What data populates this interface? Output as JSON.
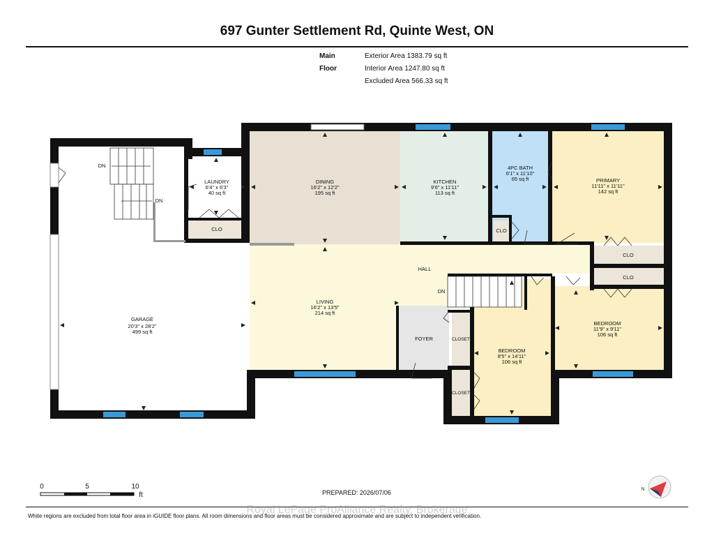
{
  "title": "697 Gunter Settlement Rd, Quinte West, ON",
  "floor": {
    "name": "Main Floor",
    "exterior_area": "Exterior Area 1383.79 sq ft",
    "interior_area": "Interior Area 1247.80 sq ft",
    "excluded_area": "Excluded Area 566.33 sq ft"
  },
  "rooms": {
    "garage": {
      "name": "GARAGE",
      "dims": "20'3\" x 28'2\"",
      "area": "499 sq ft"
    },
    "laundry": {
      "name": "LAUNDRY",
      "dims": "6'4\" x 6'3\"",
      "area": "40 sq ft"
    },
    "dining": {
      "name": "DINING",
      "dims": "16'2\" x 12'2\"",
      "area": "195 sq ft"
    },
    "kitchen": {
      "name": "KITCHEN",
      "dims": "9'6\" x 11'11\"",
      "area": "113 sq ft"
    },
    "bath": {
      "name": "4PC BATH",
      "dims": "6'1\" x 11'10\"",
      "area": "65 sq ft"
    },
    "primary": {
      "name": "PRIMARY",
      "dims": "11'11\" x 11'11\"",
      "area": "142 sq ft"
    },
    "living": {
      "name": "LIVING",
      "dims": "16'2\" x 13'5\"",
      "area": "214 sq ft"
    },
    "hall": {
      "name": "HALL"
    },
    "foyer": {
      "name": "FOYER"
    },
    "bedroom1": {
      "name": "BEDROOM",
      "dims": "8'5\" x 14'11\"",
      "area": "106 sq ft"
    },
    "bedroom2": {
      "name": "BEDROOM",
      "dims": "11'9\" x 9'11\"",
      "area": "106 sq ft"
    }
  },
  "labels": {
    "clo": "CLO",
    "closet": "CLOSET",
    "dn": "DN"
  },
  "scale": {
    "zero": "0",
    "five": "5",
    "ten": "10",
    "unit": "ft"
  },
  "prepared": "PREPARED: 2026/07/06",
  "watermark": "Royal LePage ProAlliance Realty, Brokerage",
  "disclaimer": "White regions are excluded from total floor area in iGUIDE floor plans. All room dimensions and floor areas must be considered approximate and are subject to independent verification.",
  "colors": {
    "wall": "#111111",
    "window": "#3a9ad9",
    "dining": "#e8e0d2",
    "kitchen": "#e3efe6",
    "bath": "#bfe0f7",
    "bedroom": "#fbefc3",
    "living": "#fbf8dc",
    "foyer": "#e6e6e6",
    "closet": "#ece6da",
    "garage": "#ffffff"
  }
}
